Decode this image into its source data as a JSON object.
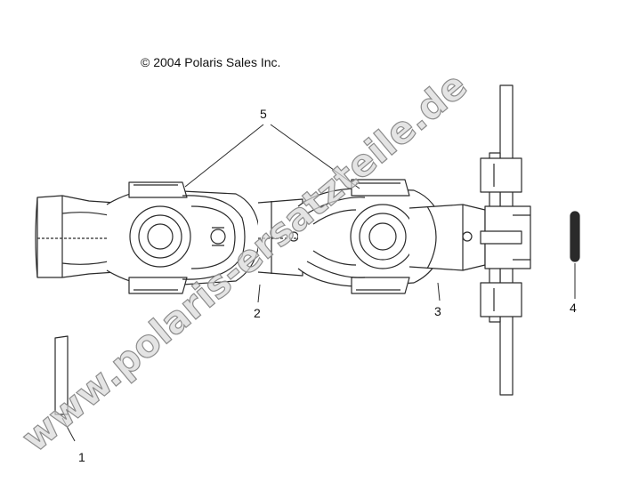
{
  "copyright": "© 2004 Polaris Sales Inc.",
  "watermark": "www.polaris-ersatzteile.de",
  "callouts": [
    {
      "label": "1"
    },
    {
      "label": "2"
    },
    {
      "label": "3"
    },
    {
      "label": "4"
    },
    {
      "label": "5"
    }
  ],
  "colors": {
    "line": "#2a2a2a",
    "watermark_fill": "#d9d9d9",
    "watermark_stroke": "#8c8c8c"
  }
}
